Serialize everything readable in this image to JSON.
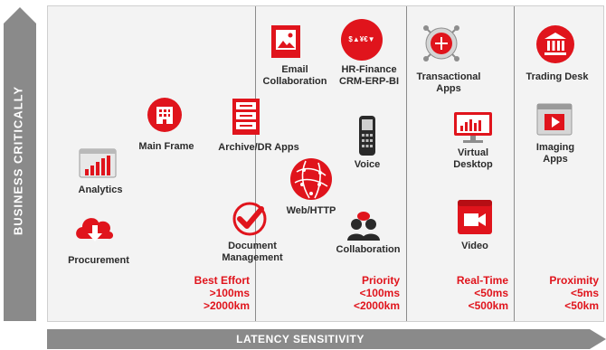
{
  "axes": {
    "y_label": "BUSINESS CRITICALLY",
    "x_label": "LATENCY SENSITIVITY"
  },
  "tiers": [
    {
      "name": "Best Effort",
      "latency": ">100ms",
      "distance": ">2000km"
    },
    {
      "name": "Priority",
      "latency": "<100ms",
      "distance": "<2000km"
    },
    {
      "name": "Real-Time",
      "latency": "<50ms",
      "distance": "<500km"
    },
    {
      "name": "Proximity",
      "latency": "<5ms",
      "distance": "<50km"
    }
  ],
  "apps": {
    "analytics": "Analytics",
    "procurement": "Procurement",
    "mainframe": "Main Frame",
    "archive": "Archive/DR Apps",
    "document": "Document",
    "document2": "Management",
    "email": "Email",
    "email2": "Collaboration",
    "hrfinance": "HR-Finance",
    "hrfinance2": "CRM-ERP-BI",
    "hr_icon_text": "$▲¥€▼",
    "voice": "Voice",
    "web": "Web/HTTP",
    "collaboration": "Collaboration",
    "transactional": "Transactional",
    "transactional2": "Apps",
    "virtual": "Virtual",
    "virtual2": "Desktop",
    "video": "Video",
    "trading": "Trading Desk",
    "imaging": "Imaging",
    "imaging2": "Apps"
  },
  "colors": {
    "accent": "#e0141c",
    "axis": "#8a8a8a",
    "panel": "#f3f3f3"
  }
}
